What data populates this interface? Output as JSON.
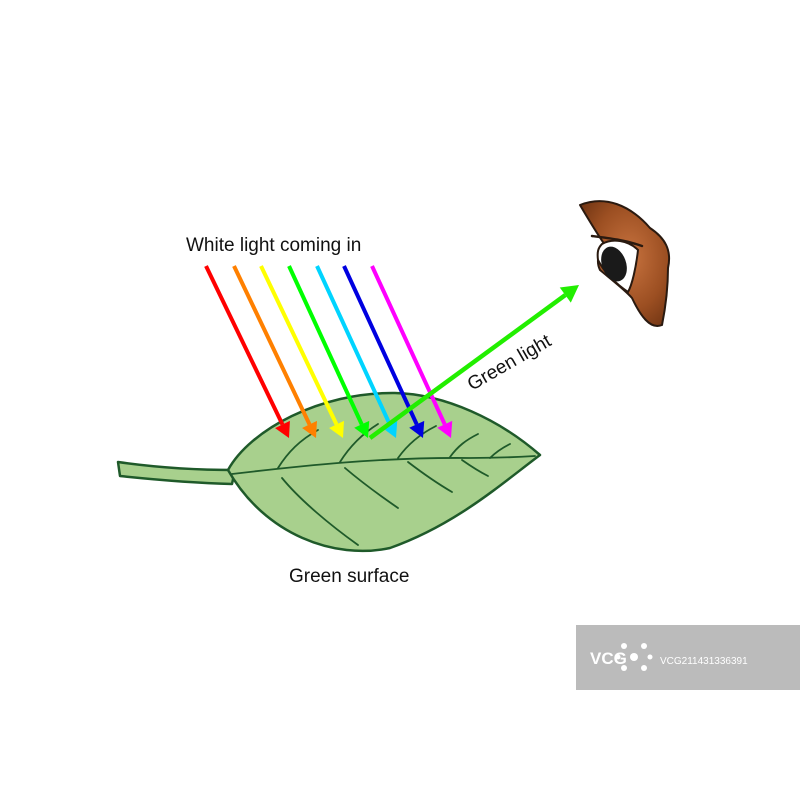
{
  "labels": {
    "white_light": "White light coming in",
    "green_light": "Green light",
    "surface": "Green surface"
  },
  "incoming_rays": [
    {
      "name": "red",
      "color": "#ff0000"
    },
    {
      "name": "orange",
      "color": "#ff8000"
    },
    {
      "name": "yellow",
      "color": "#ffff00"
    },
    {
      "name": "green",
      "color": "#00ff00"
    },
    {
      "name": "cyan",
      "color": "#00d4ff"
    },
    {
      "name": "blue",
      "color": "#0000e0"
    },
    {
      "name": "magenta",
      "color": "#ff00ff"
    }
  ],
  "reflected_ray": {
    "name": "green",
    "color": "#22ee00"
  },
  "colors": {
    "leaf_fill": "#a8d08d",
    "leaf_outline": "#1f5a2a",
    "eye_skin": "#a0522d",
    "eye_outline": "#2a1a10",
    "watermark_bg": "#b4b4b4"
  },
  "watermark": {
    "logo": "VCG",
    "id": "VCG211431336391"
  }
}
